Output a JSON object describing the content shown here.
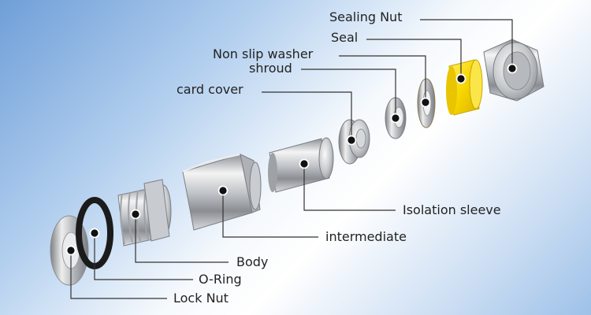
{
  "diagram": {
    "labels": {
      "sealing_nut": "Sealing Nut",
      "seal": "Seal",
      "non_slip_washer": "Non slip washer",
      "shroud": "shroud",
      "card_cover": "card cover",
      "isolation_sleeve": "Isolation sleeve",
      "intermediate": "intermediate",
      "body": "Body",
      "o_ring": "O-Ring",
      "lock_nut": "Lock Nut"
    },
    "colors": {
      "metal_light": "#f2f2f2",
      "metal_mid": "#b9bcc0",
      "metal_dark": "#6e7074",
      "seal_yellow": "#f5d400",
      "o_ring_black": "#1b1b1b",
      "leader": "#333333"
    }
  }
}
